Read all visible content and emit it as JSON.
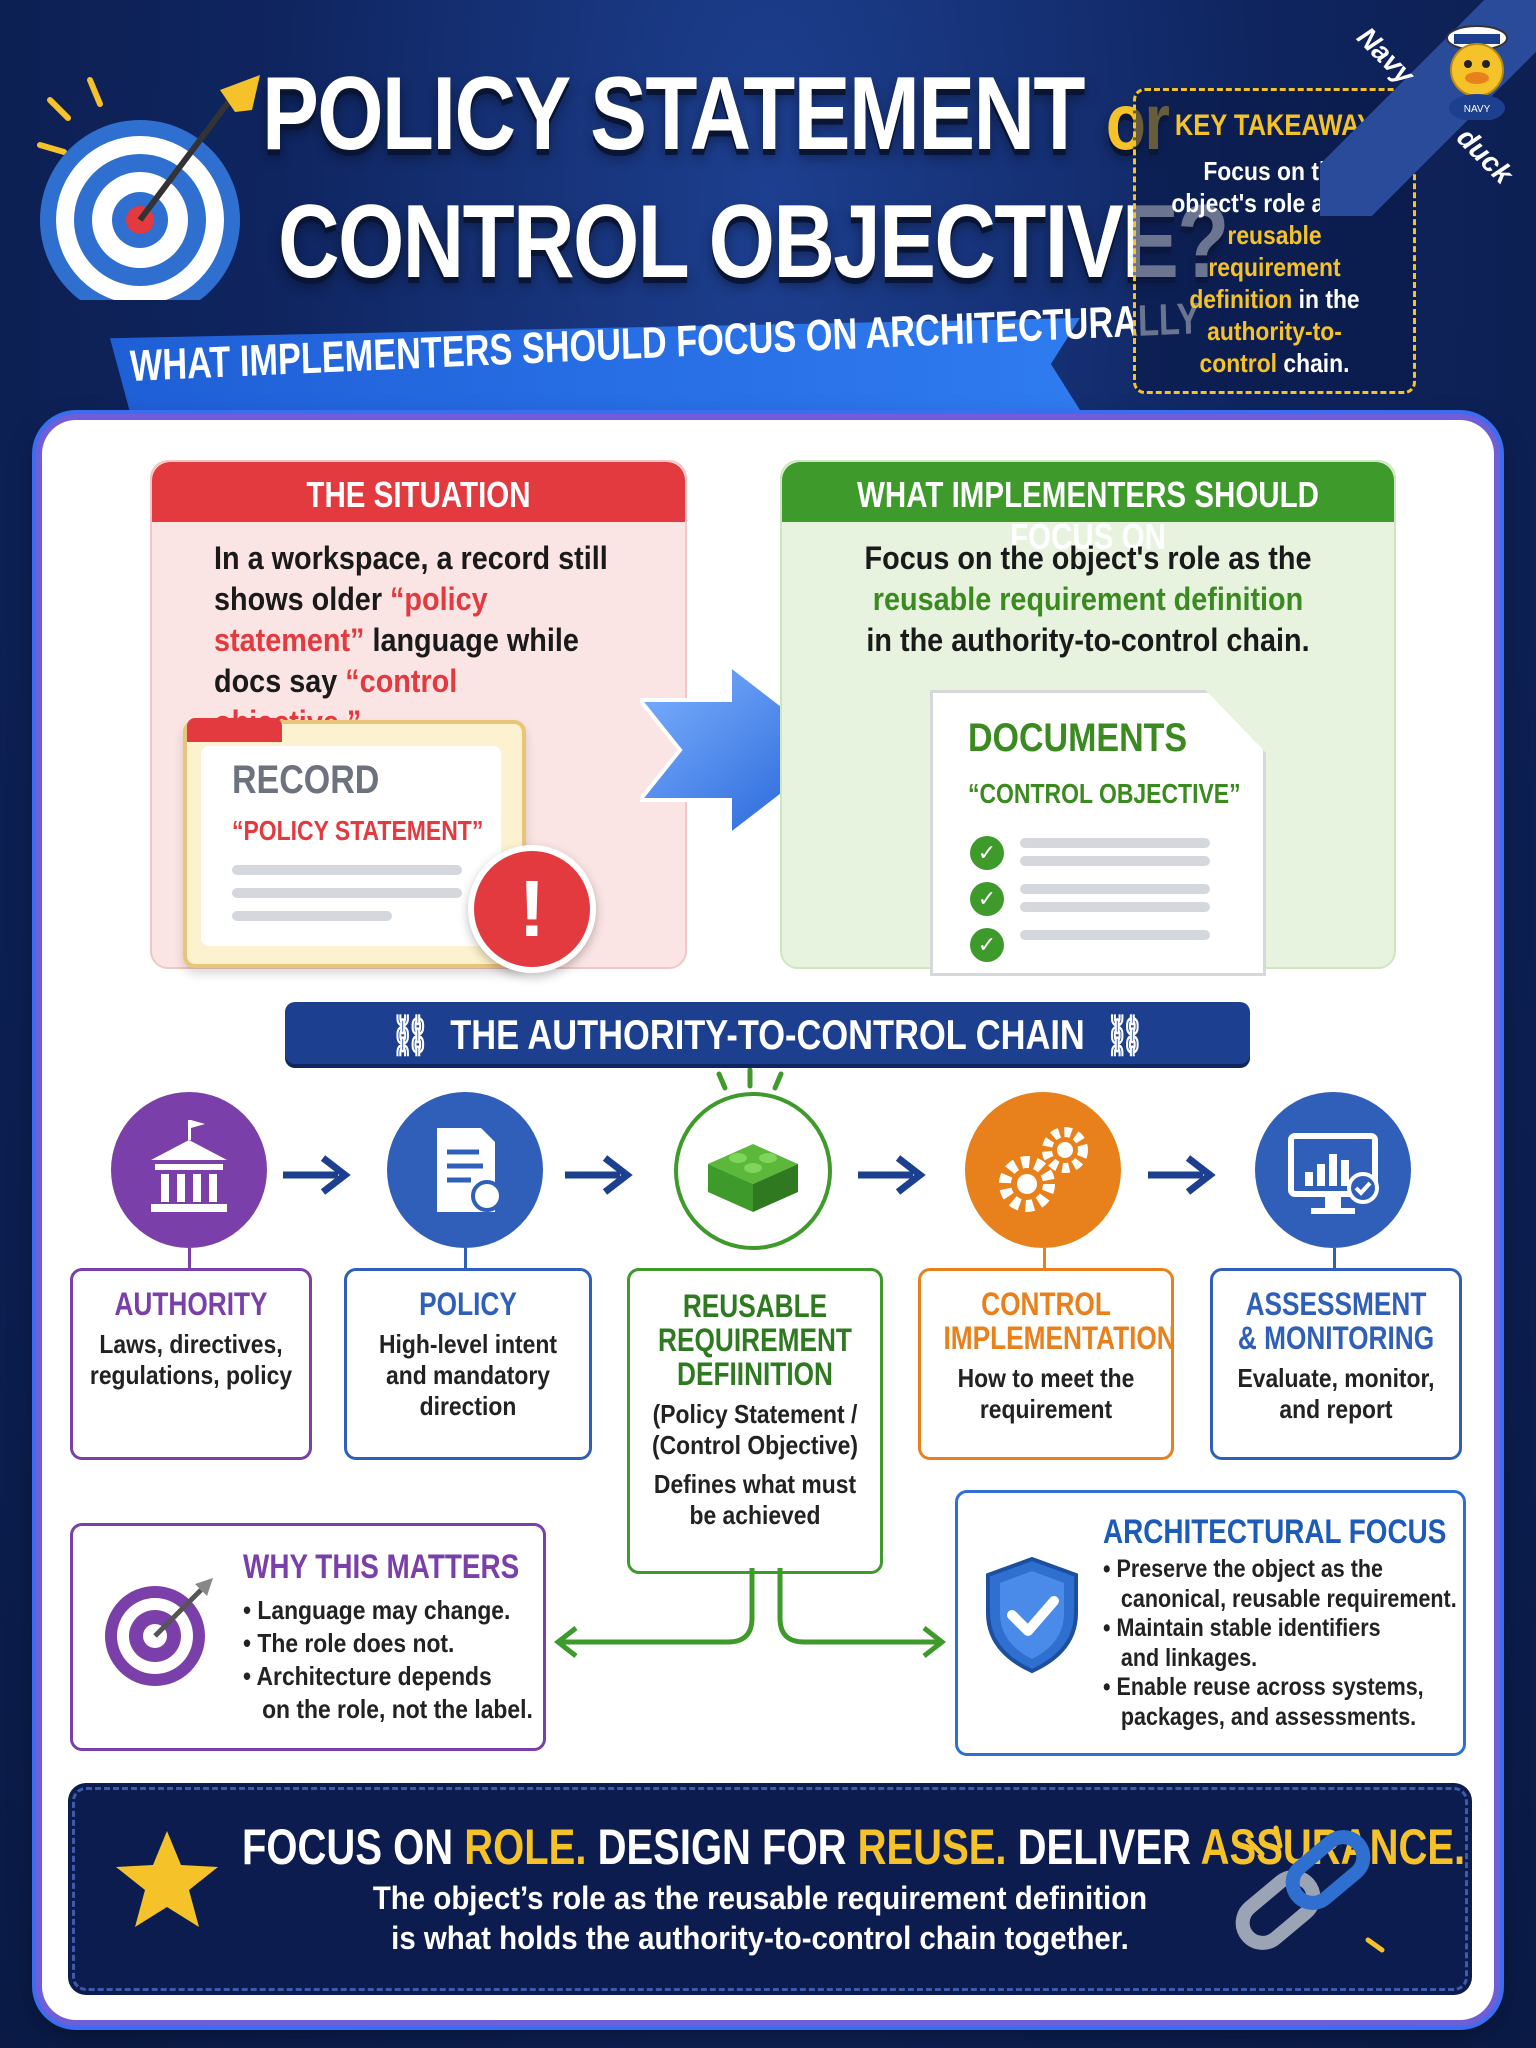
{
  "header": {
    "title_line1": "POLICY STATEMENT",
    "title_or": "or",
    "title_line2": "CONTROL OBJECTIVE?",
    "subtitle": "WHAT IMPLEMENTERS SHOULD FOCUS ON ARCHITECTURALLY"
  },
  "corner_badge": {
    "line1": "Navy",
    "line2": "duck",
    "hat_text": "NAVY"
  },
  "key_takeaway": {
    "title": "KEY TAKEAWAY",
    "part1": "Focus on the object's role as ",
    "highlight1": "the reusable requirement definition",
    "part2": " in the ",
    "highlight2": "authority-to-control",
    "part3": " chain."
  },
  "situation": {
    "header": "THE SITUATION",
    "text1": "In a workspace, a record still shows older ",
    "quote1": "“policy statement”",
    "text2": " language while docs say ",
    "quote2": "“control objective.”",
    "record_title": "RECORD",
    "record_subtitle": "“POLICY STATEMENT”",
    "alert_symbol": "!"
  },
  "focus": {
    "header": "WHAT IMPLEMENTERS SHOULD FOCUS ON",
    "text1": "Focus on the object's role as the",
    "highlight": "reusable requirement definition",
    "text2": "in the authority-to-control chain.",
    "doc_title": "DOCUMENTS",
    "doc_subtitle": "“CONTROL OBJECTIVE”"
  },
  "chain": {
    "title": "THE AUTHORITY-TO-CONTROL CHAIN",
    "steps": [
      {
        "title": "AUTHORITY",
        "desc": "Laws, directives, regulations, policy",
        "color": "#7a3fa8",
        "icon": "capitol-building-icon"
      },
      {
        "title": "POLICY",
        "desc": "High-level intent and mandatory direction",
        "color": "#2f5fb8",
        "icon": "certificate-document-icon"
      },
      {
        "title": "REUSABLE REQUIREMENT DEFIINITION",
        "desc": "(Policy Statement / (Control Objective)",
        "desc2": "Defines what must be achieved",
        "color": "#3e9a2a",
        "icon": "building-block-icon"
      },
      {
        "title": "CONTROL IMPLEMENTATION",
        "desc": "How to meet the requirement",
        "color": "#e8801c",
        "icon": "gears-icon"
      },
      {
        "title": "ASSESSMENT & MONITORING",
        "desc": "Evaluate, monitor, and report",
        "color": "#2f5fb8",
        "icon": "monitor-chart-icon"
      }
    ]
  },
  "why_matters": {
    "title": "WHY THIS MATTERS",
    "items": [
      "Language may change.",
      "The role does not.",
      "Architecture depends",
      "on the role, not the label."
    ]
  },
  "architectural_focus": {
    "title": "ARCHITECTURAL FOCUS",
    "items": [
      "Preserve the object as the",
      "canonical, reusable requirement.",
      "Maintain stable identifiers",
      "and linkages.",
      "Enable reuse across systems,",
      "packages, and assessments."
    ]
  },
  "footer": {
    "w1": "FOCUS ON ",
    "y1": "ROLE.",
    "w2": " DESIGN FOR ",
    "y2": "REUSE.",
    "w3": " DELIVER ",
    "y3": "ASSURANCE.",
    "line2": "The object’s role as the reusable requirement definition",
    "line3": "is what holds the authority-to-control chain together."
  },
  "colors": {
    "navy": "#0f2560",
    "red": "#e23a3f",
    "green": "#3e9a2a",
    "gold": "#f5c22a",
    "purple": "#7a3fa8",
    "orange": "#e8801c",
    "blue": "#2f5fb8"
  }
}
